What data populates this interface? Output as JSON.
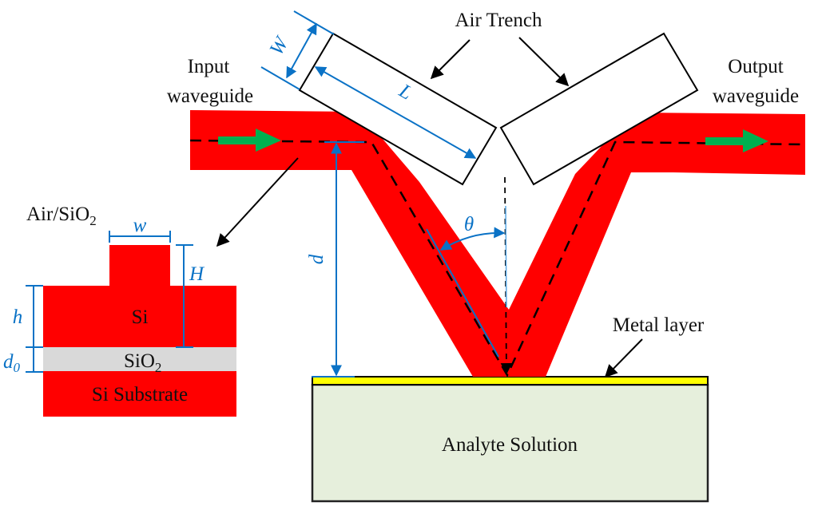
{
  "figure": {
    "title": "Air-trench V-shaped silicon waveguide SPR sensor schematic",
    "labels": {
      "air_trench": "Air Trench",
      "input_line1": "Input",
      "input_line2": "waveguide",
      "output_line1": "Output",
      "output_line2": "waveguide",
      "cladding": "Air/SiO",
      "cladding_sub": "2",
      "si": "Si",
      "sio2": "SiO",
      "sio2_sub": "2",
      "substrate": "Si Substrate",
      "metal_layer": "Metal layer",
      "analyte": "Analyte Solution"
    },
    "dimensions": {
      "trench_width": "W",
      "trench_length": "L",
      "rib_width": "w",
      "rib_height": "H",
      "slab_height": "h",
      "box_thickness": "d",
      "box_thickness_sub": "0",
      "distance": "d",
      "angle": "θ"
    },
    "colors": {
      "waveguide": "#ff0000",
      "sio2_layer": "#d9d9d9",
      "metal": "#ffff00",
      "analyte": "#e6efdc",
      "dimension": "#0a72c6",
      "propagation_arrow": "#00b050",
      "outline": "#000000"
    }
  }
}
